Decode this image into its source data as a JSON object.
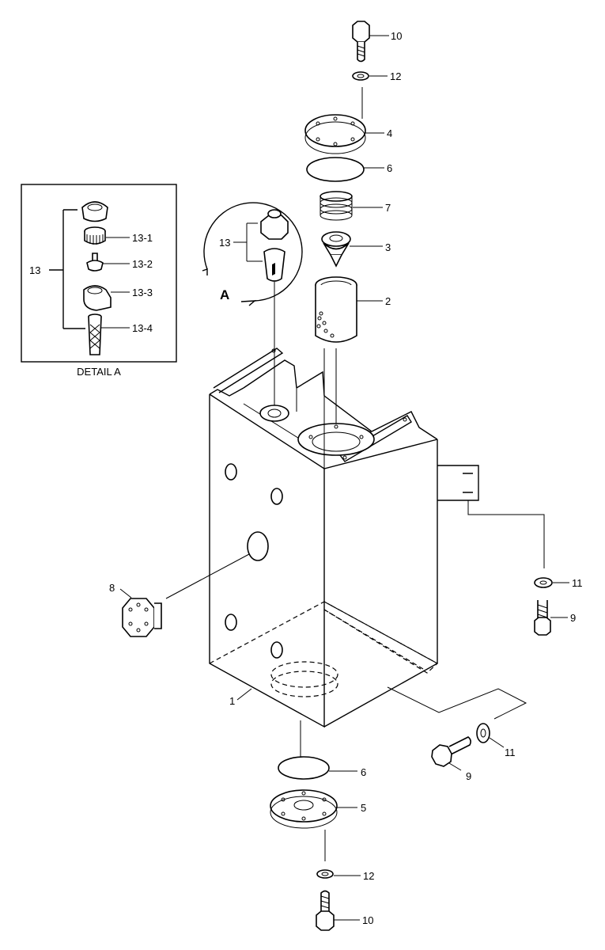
{
  "detail": {
    "caption": "DETAIL A",
    "group_label": "13",
    "items": [
      "13-1",
      "13-2",
      "13-3",
      "13-4"
    ]
  },
  "callout": {
    "view_letter": "A",
    "group_label": "13"
  },
  "labels": {
    "bolt_top": "10",
    "washer_top": "12",
    "cover_top": "4",
    "gasket_top": "6",
    "spring": "7",
    "valve": "3",
    "strainer": "2",
    "washer_right": "11",
    "bolt_right": "9",
    "plug": "8",
    "tank": "1",
    "gasket_bottom": "6",
    "cover_bottom": "5",
    "washer_bottom": "12",
    "bolt_bottom": "10",
    "washer_lower_right": "11",
    "bolt_lower_right": "9"
  }
}
